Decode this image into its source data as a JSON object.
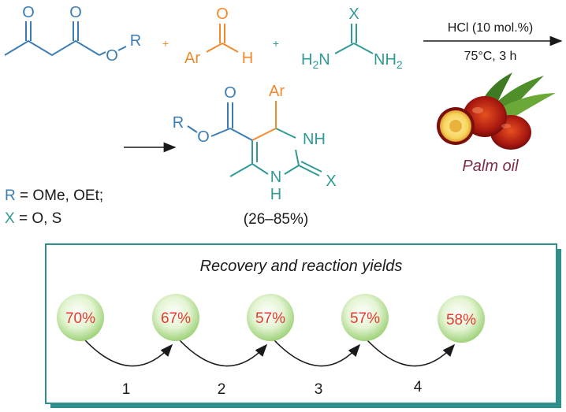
{
  "colors": {
    "ester_blue": "#3a7cb3",
    "aryl_orange": "#f08a2c",
    "urea_teal": "#2f9a96",
    "palm_label": "#7d2b4a",
    "yield_red": "#e53a2f",
    "panel_shadow": "#2f8f8a"
  },
  "reactant1": {
    "o_label": "O",
    "o2_label": "O",
    "o3_label": "O",
    "r_label": "R"
  },
  "plus1": "+",
  "reactant2": {
    "o_label": "O",
    "ar_label": "Ar",
    "h_label": "H"
  },
  "plus2": "+",
  "reactant3": {
    "x_label": "X",
    "h2n_label": "H",
    "h2n_sub": "2",
    "h2n_n": "N",
    "nh2_n": "NH",
    "nh2_sub": "2"
  },
  "conditions": {
    "catalyst": "HCl (10 mol.%)",
    "temp_time": "75°C, 3 h"
  },
  "palm": {
    "label": "Palm oil"
  },
  "product": {
    "r_label": "R",
    "o_ester": "O",
    "o_carbonyl": "O",
    "ar_label": "Ar",
    "nh_top": "NH",
    "n_bottom": "N",
    "h_bottom": "H",
    "x_label": "X",
    "yield_range": "(26–85%)"
  },
  "legend": {
    "r_symbol": "R",
    "r_values": " = OMe, OEt;",
    "x_symbol": "X",
    "x_values": " = O, S"
  },
  "recycling": {
    "title": "Recovery and reaction yields",
    "yields": [
      "70%",
      "67%",
      "57%",
      "57%",
      "58%"
    ],
    "steps": [
      "1",
      "2",
      "3",
      "4"
    ]
  }
}
